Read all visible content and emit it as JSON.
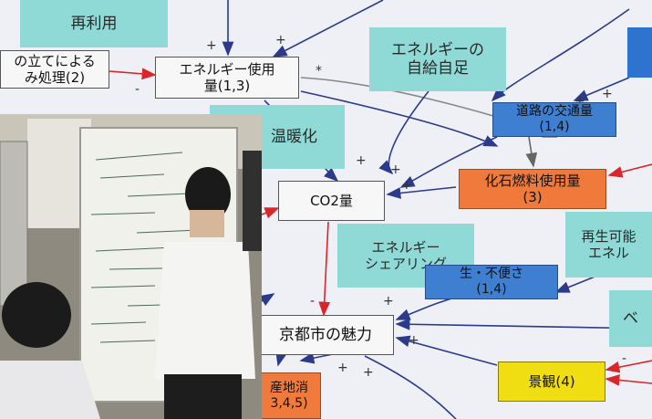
{
  "diagram": {
    "nodes": {
      "sticky_top_left": "再利用",
      "box_left_line1": "の立てによる",
      "box_left_line2": "み処理(2)",
      "energy_use_line1": "エネルギー使用",
      "energy_use_line2": "量(1,3)",
      "sticky_energy_line1": "エネルギーの",
      "sticky_energy_line2": "自給自足",
      "road_traffic_line1": "道路の交通量",
      "road_traffic_line2": "(1,4)",
      "global_warming": "温暖化",
      "co2": "CO2量",
      "fossil_fuel_line1": "化石燃料使用量",
      "fossil_fuel_line2": "(3)",
      "energy_sharing_line1": "エネルギー",
      "energy_sharing_line2": "シェアリング",
      "renewable_line1": "再生可能",
      "renewable_line2": "エネル",
      "convenience_line1": "生・不便さ",
      "convenience_line2": "(1,4)",
      "city_appeal": "京都市の魅力",
      "landscape": "景観(4)",
      "local_consumption_line1": "産地消",
      "local_consumption_line2": "3,4,5)",
      "right_sticky": "ベ"
    },
    "colors": {
      "background": "#eef0f6",
      "blue_box": "#3f7fd2",
      "orange_box": "#ef7a3c",
      "yellow_box": "#f1de12",
      "sticky_note": "#8fd9d6",
      "arrow_blue": "#2b3a8c",
      "arrow_red": "#d8262b"
    }
  },
  "photo": {
    "description_icons": [
      "whiteboard",
      "person-standing",
      "person-seated"
    ]
  }
}
